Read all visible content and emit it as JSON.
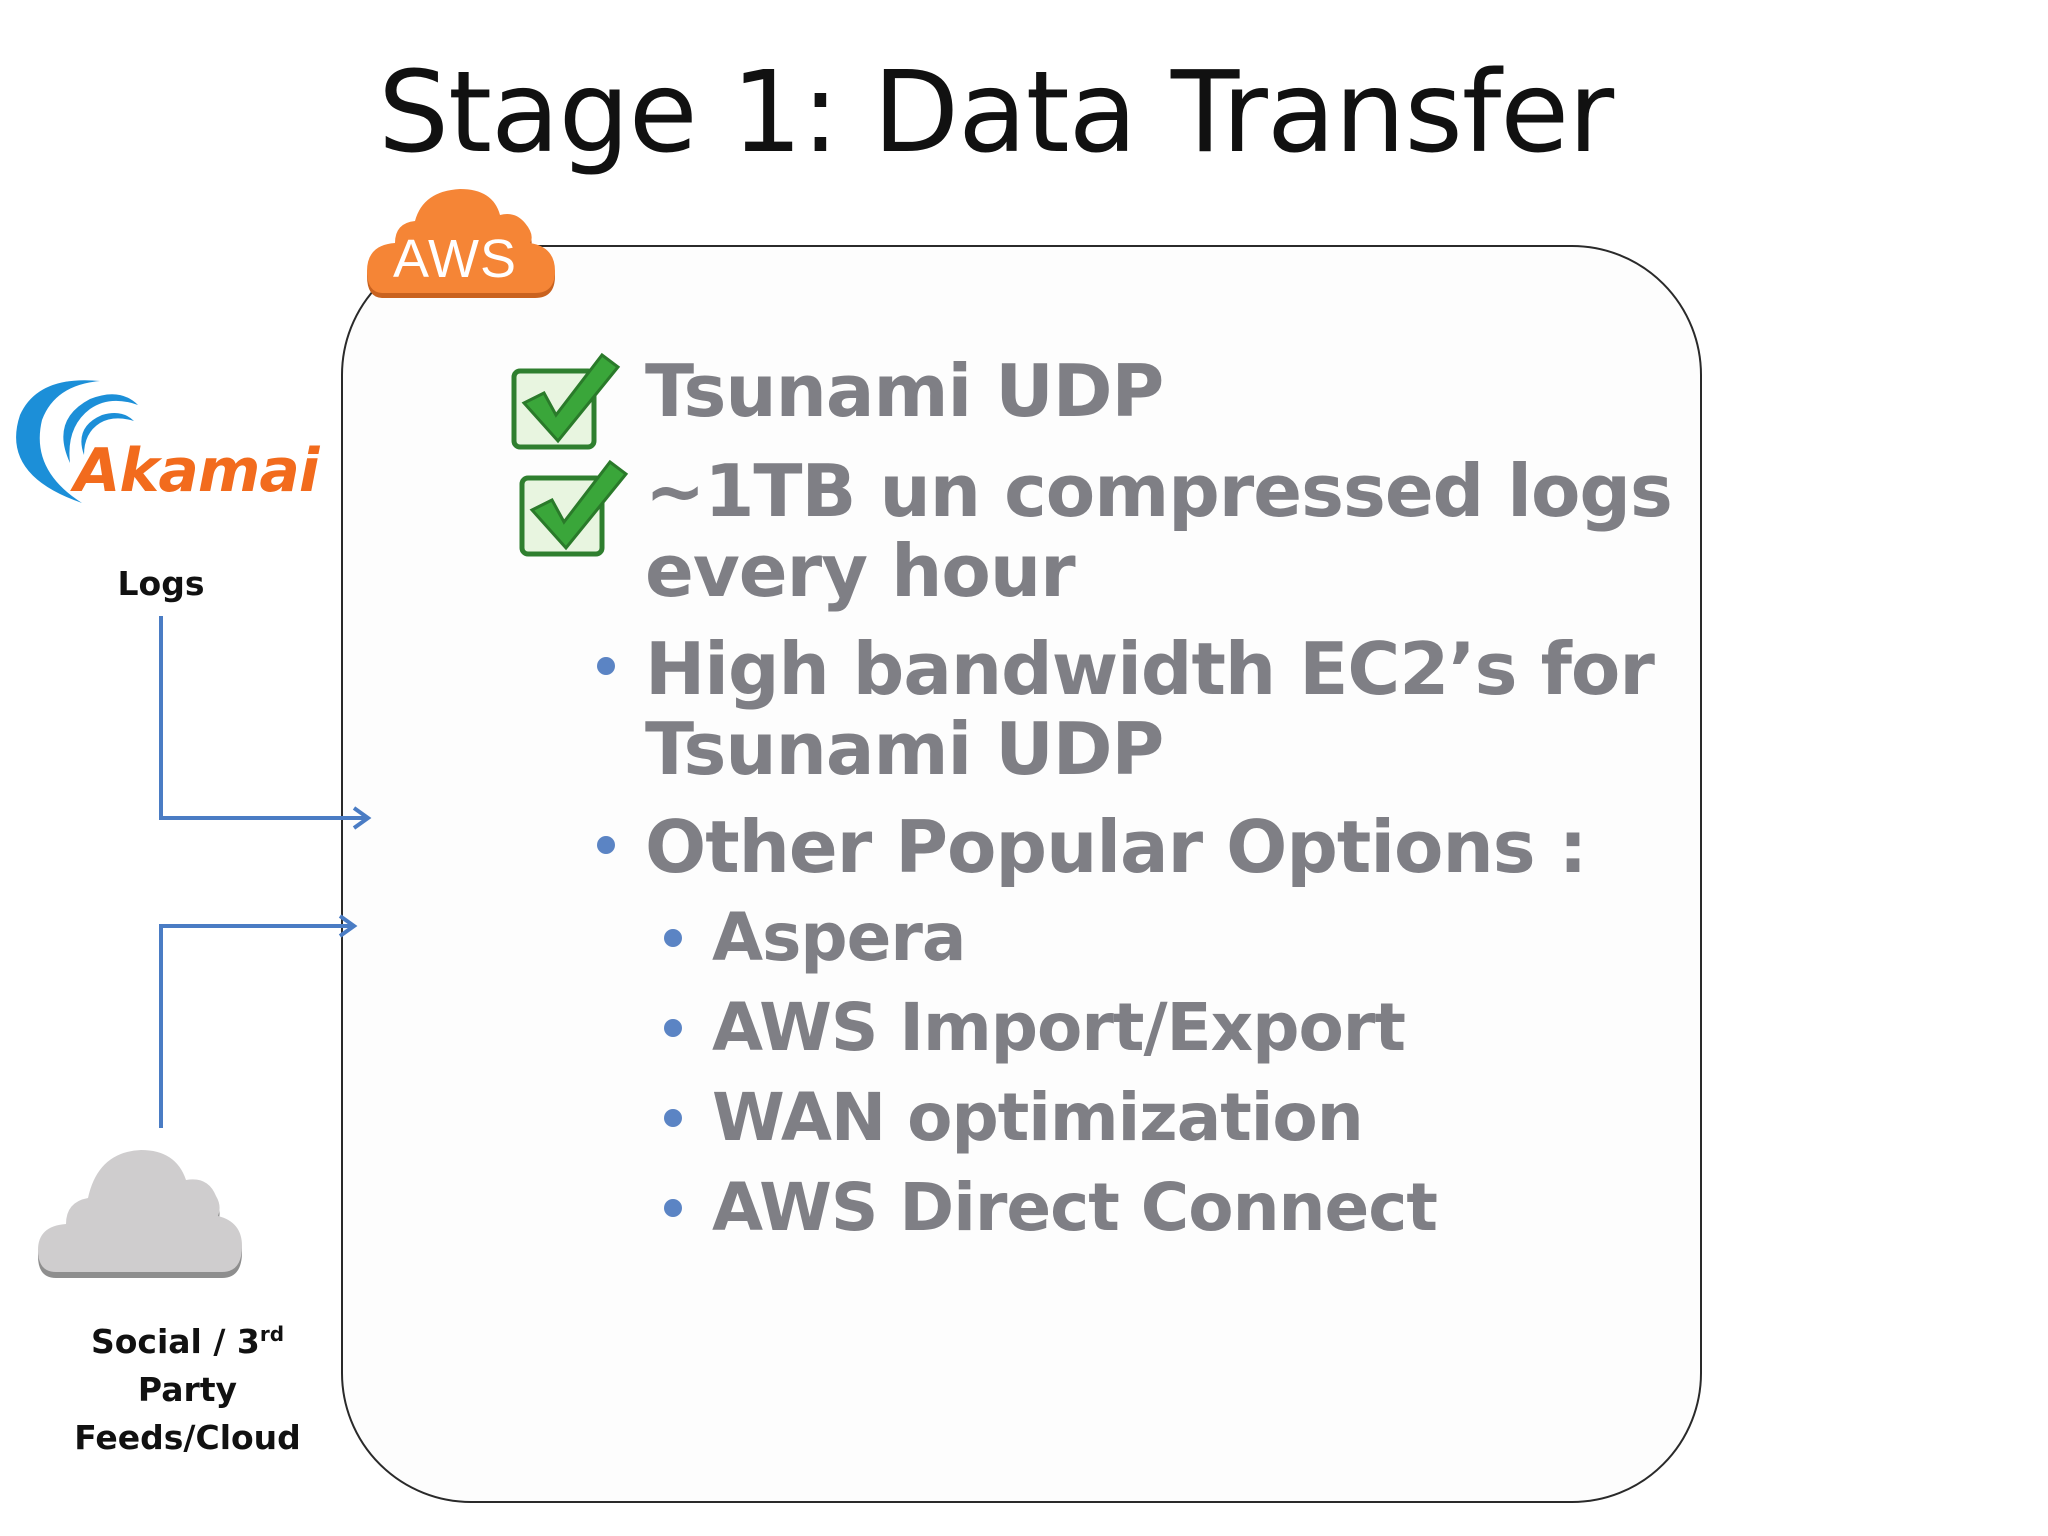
{
  "title": "Stage 1: Data Transfer",
  "aws_badge": {
    "label": "AWS",
    "color": "#f58536"
  },
  "akamai": {
    "wordmark": "Akamai",
    "brand_color": "#f26b1d",
    "arc_color": "#1c8fd8"
  },
  "sources": {
    "logs_label": "Logs",
    "social_line1": "Social / 3",
    "social_sup": "rd",
    "social_line2": "Party",
    "social_line3": "Feeds/Cloud"
  },
  "connector_color": "#4a7cc4",
  "items": {
    "tsunami": "Tsunami UDP",
    "logs_volume_line1": "~1TB un compressed logs",
    "logs_volume_line2": "every hour",
    "ec2_line1": "High bandwidth EC2’s for",
    "ec2_line2": "Tsunami UDP",
    "other_options": "Other Popular Options :",
    "options": [
      "Aspera",
      "AWS Import/Export",
      "WAN optimization",
      "AWS Direct Connect"
    ]
  },
  "icons": {
    "checkmark": "checkmark-icon",
    "cloud": "cloud-icon"
  },
  "colors": {
    "text_grey": "#7f7f85",
    "bullet_blue": "#5b84c4",
    "check_green": "#3aa63a"
  }
}
